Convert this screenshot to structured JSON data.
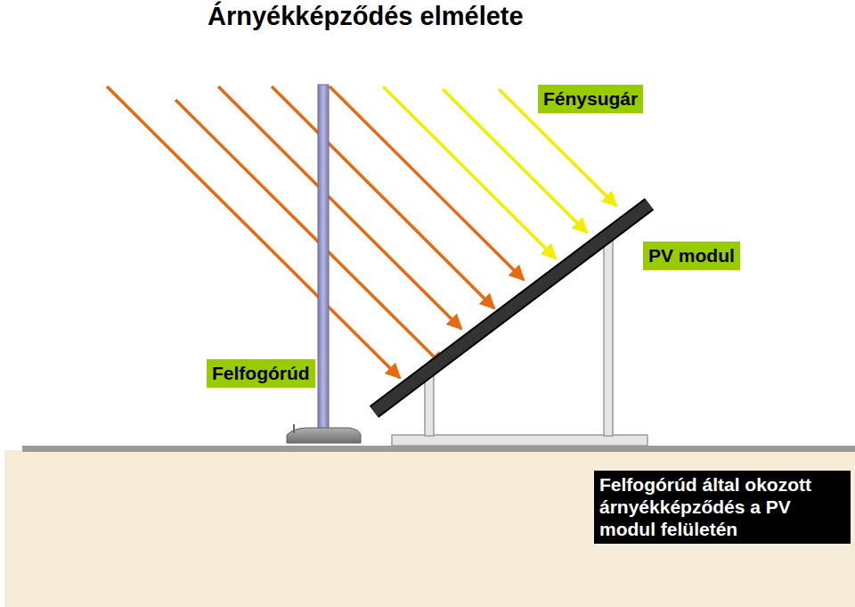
{
  "diagram": {
    "title": "Árnyékképződés elmélete",
    "nodes": [
      {
        "text": [
          "Fénysugár"
        ]
      },
      {
        "text": [
          "PV modul"
        ]
      },
      {
        "text": [
          "Felfogórúd"
        ]
      },
      {
        "text": [
          "Felfogórúd által okozott árnyékképződés a PV modul felületén"
        ]
      }
    ]
  }
}
